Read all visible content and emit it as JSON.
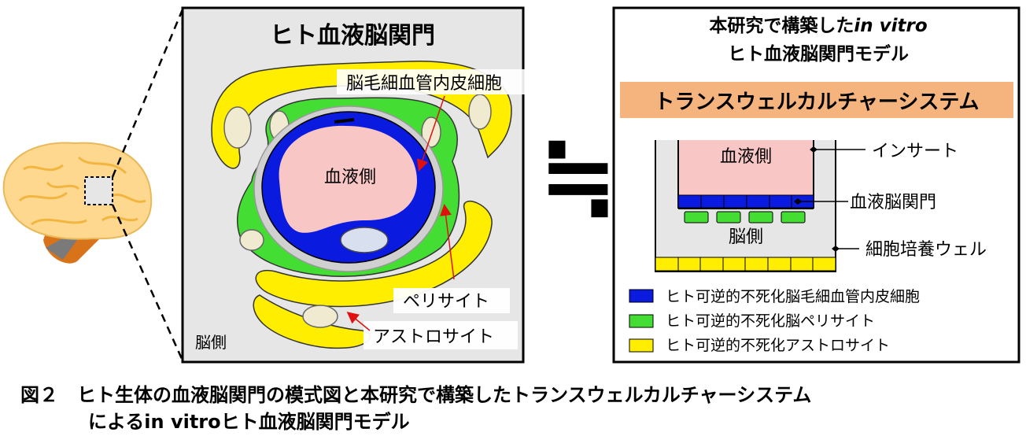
{
  "left_panel": {
    "title": "ヒト血液脳関門",
    "endothelial_label": "脳毛細血管内皮細胞",
    "blood_side": "血液側",
    "pericyte_label": "ペリサイト",
    "astrocyte_label": "アストロサイト",
    "brain_side": "脳側"
  },
  "approx_symbol": "≒",
  "right_panel": {
    "title_line1_prefix": "本研究で構築した",
    "title_line1_italic": "in vitro",
    "title_line2": "ヒト血液脳関門モデル",
    "banner": "トランスウェルカルチャーシステム",
    "blood_side": "血液側",
    "brain_side": "脳側",
    "labels": {
      "insert": "インサート",
      "bbb": "血液脳関門",
      "well": "細胞培養ウェル"
    },
    "legend": [
      {
        "color": "#0a1adf",
        "text": "ヒト可逆的不死化脳毛細血管内皮細胞"
      },
      {
        "color": "#44dd33",
        "text": "ヒト可逆的不死化脳ペリサイト"
      },
      {
        "color": "#ffee00",
        "text": "ヒト可逆的不死化アストロサイト"
      }
    ]
  },
  "caption": {
    "line1": "図２　ヒト生体の血液脳関門の模式図と本研究で構築したトランスウェルカルチャーシステム",
    "line2": "によるin vitroヒト血液脳関門モデル"
  },
  "colors": {
    "endothelial": "#0a1adf",
    "pericyte": "#44dd33",
    "astrocyte": "#ffee00",
    "blood": "#f9c6c6",
    "panel_bg": "#e6e6e6",
    "banner_bg": "#f5b37e",
    "brain": "#ffd890"
  }
}
